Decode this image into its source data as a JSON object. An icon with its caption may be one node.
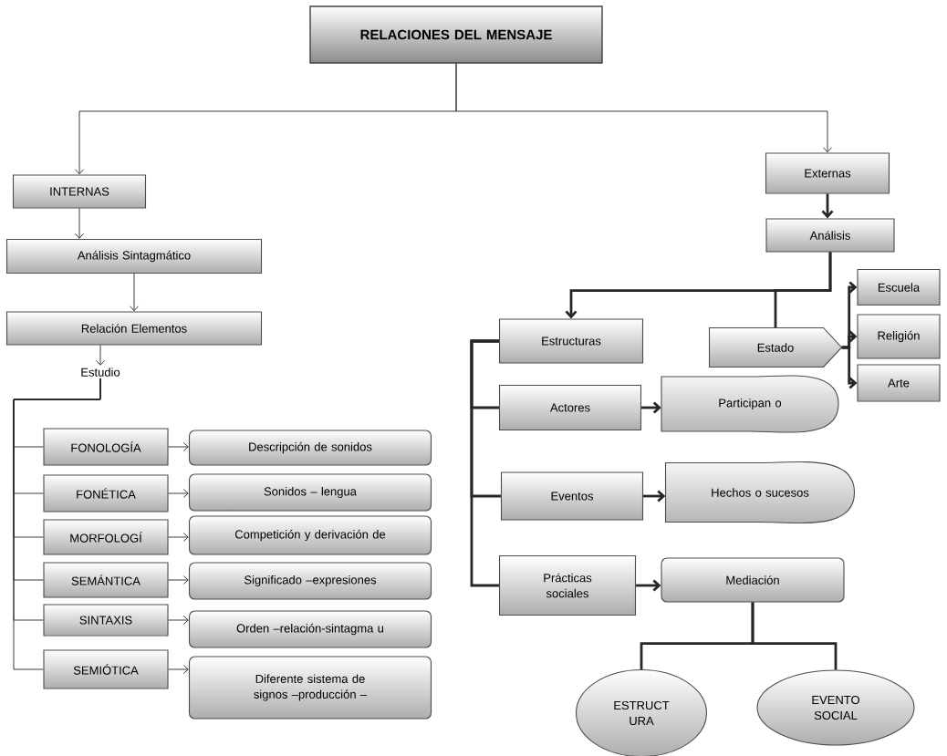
{
  "diagram": {
    "nodes": [
      {
        "text": [
          "RELACIONES DEL MENSAJE"
        ]
      },
      {
        "text": [
          "INTERNAS"
        ]
      },
      {
        "text": [
          "Externas"
        ]
      },
      {
        "text": [
          "Análisis Sintagmático"
        ]
      },
      {
        "text": [
          "Relación Elementos"
        ]
      },
      {
        "text": [
          "Estudio"
        ]
      },
      {
        "text": [
          "FONOLOGÍA"
        ]
      },
      {
        "text": [
          "Descripción de sonidos"
        ]
      },
      {
        "text": [
          "FONÉTICA"
        ]
      },
      {
        "text": [
          "Sonidos – lengua"
        ]
      },
      {
        "text": [
          "MORFOLOGÍ"
        ]
      },
      {
        "text": [
          "Competición y derivación de"
        ]
      },
      {
        "text": [
          "SEMÁNTICA"
        ]
      },
      {
        "text": [
          "Significado –expresiones"
        ]
      },
      {
        "text": [
          "SINTAXIS"
        ]
      },
      {
        "text": [
          "Orden –relación-sintagma u"
        ]
      },
      {
        "text": [
          "SEMIÓTICA"
        ]
      },
      {
        "text": [
          "Diferente sistema de signos –producción –"
        ]
      },
      {
        "text": [
          "Análisis"
        ]
      },
      {
        "text": [
          "Estructuras"
        ]
      },
      {
        "text": [
          "Estado"
        ]
      },
      {
        "text": [
          "Escuela"
        ]
      },
      {
        "text": [
          "Religión"
        ]
      },
      {
        "text": [
          "Arte"
        ]
      },
      {
        "text": [
          "Actores"
        ]
      },
      {
        "text": [
          "Participan o"
        ]
      },
      {
        "text": [
          "Eventos"
        ]
      },
      {
        "text": [
          "Hechos o sucesos"
        ]
      },
      {
        "text": [
          "Prácticas sociales"
        ]
      },
      {
        "text": [
          "Mediación"
        ]
      },
      {
        "text": [
          "ESTRUCT URA"
        ]
      },
      {
        "text": [
          "EVENTO SOCIAL"
        ]
      }
    ],
    "edges": [
      {
        "from": 0,
        "to": 1,
        "arrow": "to"
      },
      {
        "from": 0,
        "to": 2,
        "arrow": "to"
      },
      {
        "from": 1,
        "to": 3,
        "arrow": "to"
      },
      {
        "from": 3,
        "to": 4,
        "arrow": "to"
      },
      {
        "from": 4,
        "to": 5,
        "arrow": "to"
      },
      {
        "from": 5,
        "to": 6,
        "arrow": "none"
      },
      {
        "from": 5,
        "to": 8,
        "arrow": "none"
      },
      {
        "from": 5,
        "to": 10,
        "arrow": "none"
      },
      {
        "from": 5,
        "to": 12,
        "arrow": "none"
      },
      {
        "from": 5,
        "to": 14,
        "arrow": "none"
      },
      {
        "from": 5,
        "to": 16,
        "arrow": "none"
      },
      {
        "from": 6,
        "to": 7,
        "arrow": "to"
      },
      {
        "from": 8,
        "to": 9,
        "arrow": "to"
      },
      {
        "from": 10,
        "to": 11,
        "arrow": "to"
      },
      {
        "from": 12,
        "to": 13,
        "arrow": "to"
      },
      {
        "from": 14,
        "to": 15,
        "arrow": "to"
      },
      {
        "from": 16,
        "to": 17,
        "arrow": "to"
      },
      {
        "from": 2,
        "to": 18,
        "arrow": "to",
        "style": "thick"
      },
      {
        "from": 18,
        "to": 19,
        "arrow": "to",
        "style": "thick"
      },
      {
        "from": 18,
        "to": 20,
        "arrow": "none",
        "style": "thick"
      },
      {
        "from": 20,
        "to": 21,
        "arrow": "to",
        "style": "thick"
      },
      {
        "from": 20,
        "to": 22,
        "arrow": "to",
        "style": "thick"
      },
      {
        "from": 20,
        "to": 23,
        "arrow": "to",
        "style": "thick"
      },
      {
        "from": 19,
        "to": 24,
        "arrow": "none",
        "style": "thick"
      },
      {
        "from": 19,
        "to": 26,
        "arrow": "none",
        "style": "thick"
      },
      {
        "from": 19,
        "to": 28,
        "arrow": "none",
        "style": "thick"
      },
      {
        "from": 24,
        "to": 25,
        "arrow": "to",
        "style": "thick"
      },
      {
        "from": 26,
        "to": 27,
        "arrow": "to",
        "style": "thick"
      },
      {
        "from": 28,
        "to": 29,
        "arrow": "to",
        "style": "thick"
      },
      {
        "from": 29,
        "to": 30,
        "arrow": "none",
        "style": "thick"
      },
      {
        "from": 29,
        "to": 31,
        "arrow": "none",
        "style": "thick"
      }
    ]
  }
}
